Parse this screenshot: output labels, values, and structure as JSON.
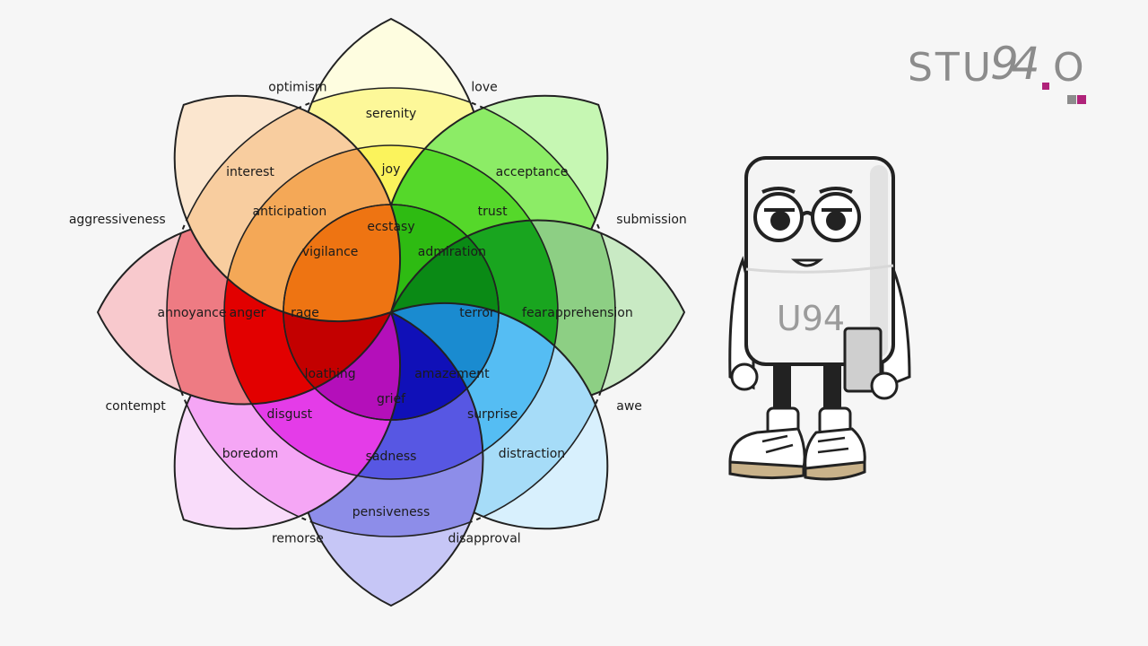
{
  "diagram": {
    "outer_labels": [
      "love",
      "submission",
      "awe",
      "disapproval",
      "remorse",
      "contempt",
      "aggressiveness",
      "optimism"
    ],
    "petals": [
      {
        "inner": "ecstasy",
        "middle": "joy",
        "outer": "serenity",
        "colors": [
          "#f5ea2a",
          "#fbf35c",
          "#fdf899",
          "#fefde0"
        ]
      },
      {
        "inner": "admiration",
        "middle": "trust",
        "outer": "acceptance",
        "colors": [
          "#2ebb12",
          "#55d82a",
          "#8cec66",
          "#c6f7b3"
        ]
      },
      {
        "inner": "terror",
        "middle": "fear",
        "outer": "apprehension",
        "colors": [
          "#0a8a15",
          "#19a51f",
          "#8dcf84",
          "#c9eac4"
        ]
      },
      {
        "inner": "amazement",
        "middle": "surprise",
        "outer": "distraction",
        "colors": [
          "#1a8bd0",
          "#55bdf3",
          "#a6dcf8",
          "#d8f0fd"
        ]
      },
      {
        "inner": "grief",
        "middle": "sadness",
        "outer": "pensiveness",
        "colors": [
          "#1010b8",
          "#5757e3",
          "#8d8de9",
          "#c6c6f6"
        ]
      },
      {
        "inner": "loathing",
        "middle": "disgust",
        "outer": "boredom",
        "colors": [
          "#b40fba",
          "#e43ce8",
          "#f5a6f5",
          "#f9dcfa"
        ]
      },
      {
        "inner": "rage",
        "middle": "anger",
        "outer": "annoyance",
        "colors": [
          "#c30000",
          "#e20000",
          "#ee7b83",
          "#f8c9cd"
        ]
      },
      {
        "inner": "vigilance",
        "middle": "anticipation",
        "outer": "interest",
        "colors": [
          "#ee7412",
          "#f4a857",
          "#f8cd9f",
          "#fbe6cf"
        ]
      }
    ]
  },
  "logo": {
    "text_a": "STU",
    "text_94": "94",
    "text_b": "O"
  },
  "mascot": {
    "label": "U94"
  }
}
